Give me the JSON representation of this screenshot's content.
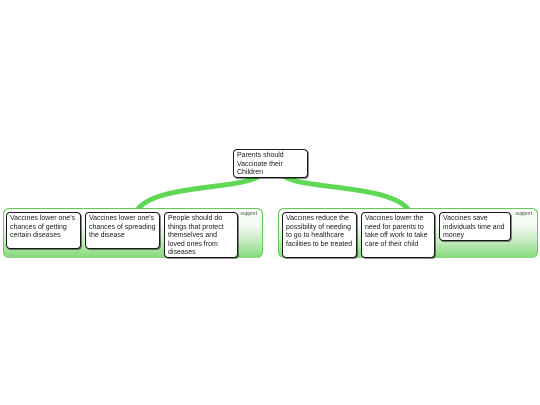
{
  "root": {
    "text": "Parents should Vaccinate their Children"
  },
  "groups": [
    {
      "label": "support",
      "children": [
        "Vaccines lower one's chances of getting certain diseases",
        "Vaccines lower one's chances of spreading the disease",
        "People should do things that protect themselves and loved ones from diseases"
      ]
    },
    {
      "label": "support",
      "children": [
        "Vaccines reduce the possibility of needing to go to healthcare facilities to be treated",
        "Vaccines lower the need for parents to take off work to take care of their child",
        "Vaccines save individuals time and money"
      ]
    }
  ],
  "colors": {
    "connector": "#5fd856",
    "panel": "#86d97c",
    "node_border": "#1a1a1a"
  }
}
